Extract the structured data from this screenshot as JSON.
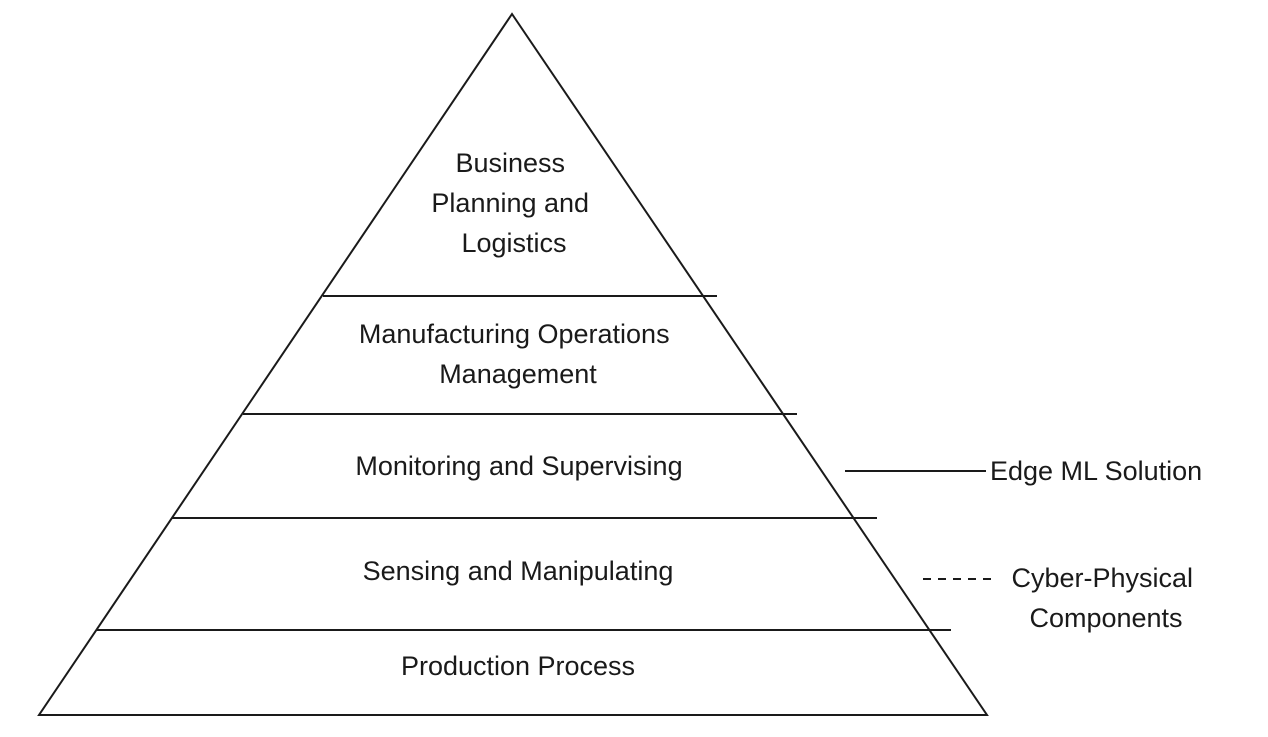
{
  "diagram": {
    "layers": [
      {
        "lines": [
          "Business",
          "Planning and",
          "Logistics"
        ]
      },
      {
        "lines": [
          "Manufacturing Operations",
          "Management"
        ]
      },
      {
        "lines": [
          "Monitoring and Supervising"
        ]
      },
      {
        "lines": [
          "Sensing and Manipulating"
        ]
      },
      {
        "lines": [
          "Production Process"
        ]
      }
    ],
    "callouts": {
      "edge_ml": {
        "label": "Edge ML Solution",
        "style": "solid"
      },
      "cyber_physical": {
        "lines": [
          "Cyber-Physical",
          "Components"
        ],
        "style": "dashed"
      }
    },
    "colors": {
      "stroke": "#1a1a1a",
      "text": "#1a1a1a",
      "background": "#ffffff"
    }
  }
}
